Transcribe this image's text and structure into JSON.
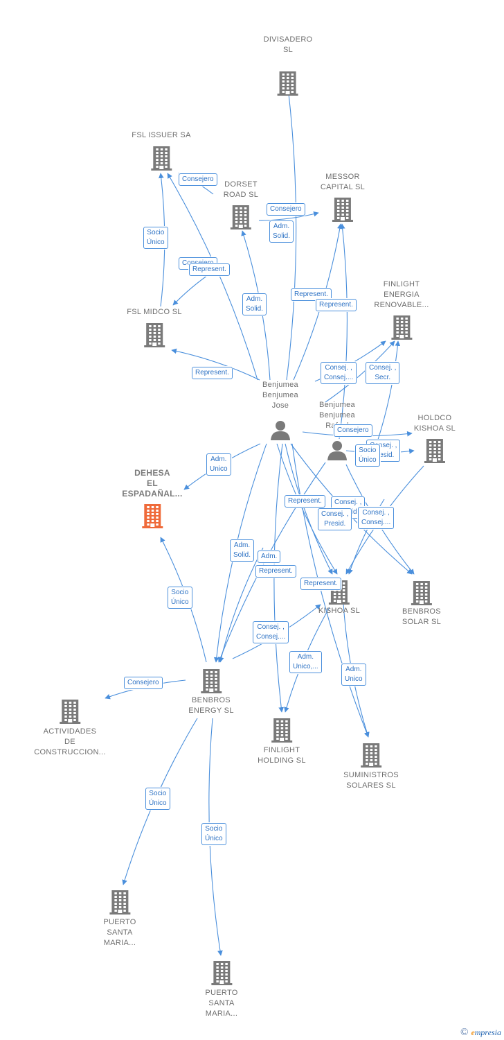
{
  "colors": {
    "edge": "#4a8fdc",
    "node": "#7a7a7a",
    "highlight": "#ef6a3a",
    "label_text": "#2d72c4"
  },
  "nodes": [
    {
      "id": "divisadero",
      "type": "company",
      "lines": [
        "DIVISADERO",
        "SL"
      ]
    },
    {
      "id": "fsl_issuer",
      "type": "company",
      "lines": [
        "FSL ISSUER SA"
      ]
    },
    {
      "id": "dorset",
      "type": "company",
      "lines": [
        "DORSET",
        "ROAD SL"
      ]
    },
    {
      "id": "messor",
      "type": "company",
      "lines": [
        "MESSOR",
        "CAPITAL SL"
      ]
    },
    {
      "id": "finlight_er",
      "type": "company",
      "lines": [
        "FINLIGHT",
        "ENERGIA",
        "RENOVABLE..."
      ]
    },
    {
      "id": "fsl_midco",
      "type": "company",
      "lines": [
        "FSL MIDCO SL"
      ]
    },
    {
      "id": "jose",
      "type": "person",
      "lines": [
        "Benjumea",
        "Benjumea",
        "Jose"
      ]
    },
    {
      "id": "rafael",
      "type": "person",
      "lines": [
        "Benjumea",
        "Benjumea",
        "Rafael"
      ]
    },
    {
      "id": "holdco",
      "type": "company",
      "lines": [
        "HOLDCO",
        "KISHOA SL"
      ]
    },
    {
      "id": "dehesa",
      "type": "company",
      "highlight": true,
      "lines": [
        "DEHESA",
        "EL",
        "ESPADAÑAL..."
      ]
    },
    {
      "id": "kishoa",
      "type": "company",
      "lines": [
        "KISHOA SL"
      ]
    },
    {
      "id": "benbros_solar",
      "type": "company",
      "lines": [
        "BENBROS",
        "SOLAR SL"
      ]
    },
    {
      "id": "benbros_energy",
      "type": "company",
      "lines": [
        "BENBROS",
        "ENERGY SL"
      ]
    },
    {
      "id": "actividades",
      "type": "company",
      "lines": [
        "ACTIVIDADES",
        "DE",
        "CONSTRUCCION..."
      ]
    },
    {
      "id": "finlight_holding",
      "type": "company",
      "lines": [
        "FINLIGHT",
        "HOLDING SL"
      ]
    },
    {
      "id": "suministros",
      "type": "company",
      "lines": [
        "SUMINISTROS",
        "SOLARES SL"
      ]
    },
    {
      "id": "puerto1",
      "type": "company",
      "lines": [
        "PUERTO",
        "SANTA",
        "MARIA..."
      ]
    },
    {
      "id": "puerto2",
      "type": "company",
      "lines": [
        "PUERTO",
        "SANTA",
        "MARIA..."
      ]
    }
  ],
  "edge_labels": [
    {
      "lines": [
        "Consejero"
      ]
    },
    {
      "lines": [
        "Consejero"
      ]
    },
    {
      "lines": [
        "Adm.",
        "Solid."
      ]
    },
    {
      "lines": [
        "Socio",
        "Único"
      ]
    },
    {
      "lines": [
        "Consejero"
      ]
    },
    {
      "lines": [
        "Represent."
      ]
    },
    {
      "lines": [
        "Adm.",
        "Solid."
      ]
    },
    {
      "lines": [
        "Represent."
      ]
    },
    {
      "lines": [
        "Represent."
      ]
    },
    {
      "lines": [
        "Represent."
      ]
    },
    {
      "lines": [
        "Consej. ,",
        "Consej...."
      ]
    },
    {
      "lines": [
        "Consej. ,",
        "Secr."
      ]
    },
    {
      "lines": [
        "Consejero"
      ]
    },
    {
      "lines": [
        "Consej. ,",
        "Presid."
      ]
    },
    {
      "lines": [
        "Socio",
        "Único"
      ]
    },
    {
      "lines": [
        "Adm.",
        "Unico"
      ]
    },
    {
      "lines": [
        "Represent."
      ]
    },
    {
      "lines": [
        "Consej. ,",
        "Presid."
      ]
    },
    {
      "lines": [
        "Consej. ,",
        "Presid."
      ]
    },
    {
      "lines": [
        "Consej. ,",
        "Consej...."
      ]
    },
    {
      "lines": [
        "Adm.",
        "Solid."
      ]
    },
    {
      "lines": [
        "Adm."
      ]
    },
    {
      "lines": [
        "Represent."
      ]
    },
    {
      "lines": [
        "Represent."
      ]
    },
    {
      "lines": [
        "Socio",
        "Único"
      ]
    },
    {
      "lines": [
        "Consej. ,",
        "Consej...."
      ]
    },
    {
      "lines": [
        "Consejero"
      ]
    },
    {
      "lines": [
        "Adm.",
        "Unico,..."
      ]
    },
    {
      "lines": [
        "Adm.",
        "Unico"
      ]
    },
    {
      "lines": [
        "Socio",
        "Único"
      ]
    },
    {
      "lines": [
        "Socio",
        "Único"
      ]
    }
  ],
  "footer": {
    "copyright": "©",
    "brand_e": "e",
    "brand_rest": "mpresia"
  }
}
